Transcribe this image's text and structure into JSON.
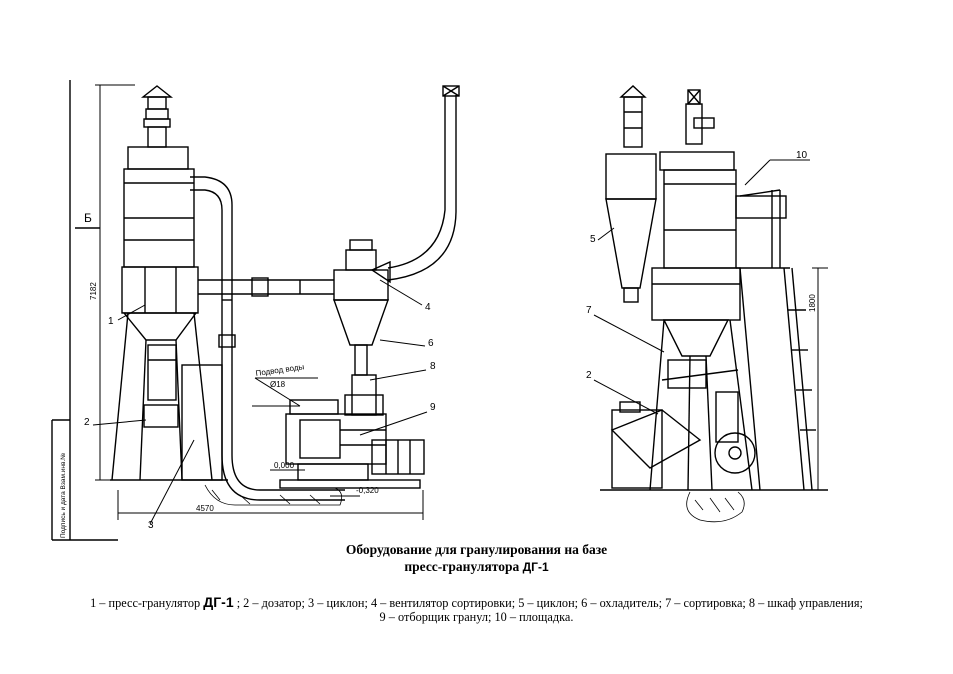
{
  "caption": {
    "line1": "Оборудование для гранулирования на базе",
    "line2": "пресс-гранулятора",
    "line2_mark": "ДГ-1"
  },
  "legend": {
    "before_mark": "1 – пресс-гранулятор",
    "mark": "ДГ-1",
    "after_mark": "; 2 – дозатор; 3 – циклон; 4 – вентилятор сортировки; 5 – циклон; 6 – охладитель; 7 – сортировка; 8 – шкаф управления;",
    "line2": "9 – отборщик гранул; 10 – площадка."
  },
  "drawing": {
    "left_view": {
      "callouts": [
        "1",
        "2",
        "3",
        "4",
        "6",
        "8",
        "9"
      ],
      "dims": {
        "height": "7182",
        "width": "4570",
        "level0": "0,000",
        "level1": "-0,320"
      },
      "water_label": "Подвод воды",
      "water_dia": "Ø18",
      "section_mark": "Б"
    },
    "right_view": {
      "callouts": [
        "2",
        "5",
        "7",
        "10"
      ],
      "dims": {
        "height": "1800"
      }
    },
    "stamp_text": "Подпись и дата  Взам.инв.№"
  }
}
